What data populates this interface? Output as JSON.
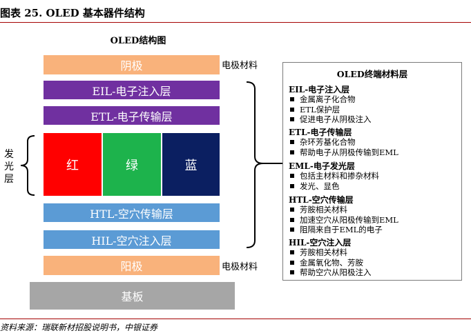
{
  "header": {
    "figure_title": "图表 25. OLED 基本器件结构",
    "source": "资料来源：瑞联新材招股说明书，中银证券"
  },
  "diagram": {
    "title": "OLED结构图",
    "layers": {
      "cathode": "阴极",
      "eil": "EIL-电子注入层",
      "etl": "ETL-电子传输层",
      "red": "红",
      "green": "绿",
      "blue": "蓝",
      "htl": "HTL-空穴传输层",
      "hil": "HIL-空穴注入层",
      "anode": "阳极",
      "substrate": "基板"
    },
    "side_labels": {
      "cathode_material": "电极材料",
      "anode_material": "电极材料",
      "emissive": [
        "发",
        "光",
        "层"
      ]
    },
    "colors": {
      "electrode": "#f9b27b",
      "electron_layers": "#7030a0",
      "red": "#ff0000",
      "green": "#1db34c",
      "blue": "#0b1f61",
      "hole_layers": "#5b9bd5",
      "substrate": "#a6a6a6"
    }
  },
  "panel": {
    "title": "OLED终端材料层",
    "sections": [
      {
        "heading": "EIL-电子注入层",
        "items": [
          "金属离子化合物",
          "ETL保护层",
          "促进电子从阴极注入"
        ]
      },
      {
        "heading": "ETL-电子传输层",
        "items": [
          "杂环芳基化合物",
          "帮助电子从阴极传输到EML"
        ]
      },
      {
        "heading": "EML-电子发光层",
        "items": [
          "包括主材料和掺杂材料",
          "发光、显色"
        ]
      },
      {
        "heading": "HTL-空穴传输层",
        "items": [
          "芳胺相关材料",
          "加速空穴从阳极传输到EML",
          "阻隔来自于EML的电子"
        ]
      },
      {
        "heading": "HIL-空穴注入层",
        "items": [
          "芳胺相关材料",
          "金属氧化物、芳胺",
          "帮助空穴从阳极注入"
        ]
      }
    ]
  }
}
